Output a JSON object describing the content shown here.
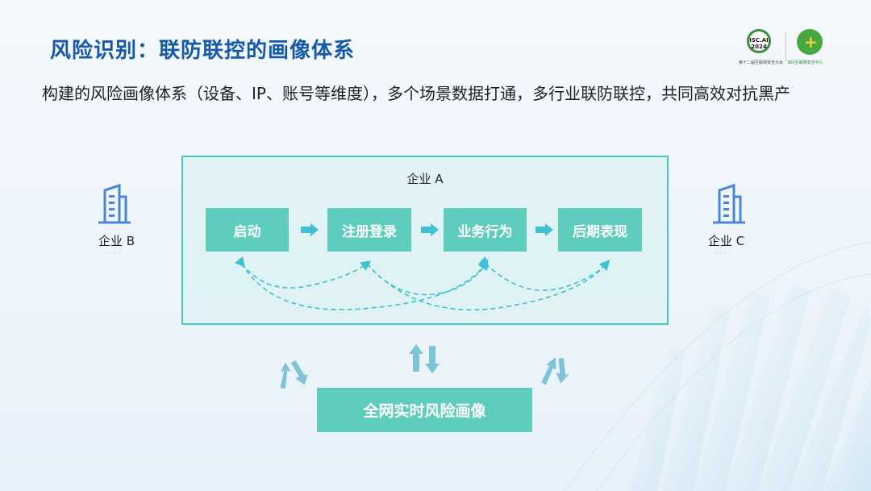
{
  "slide": {
    "title": "风险识别：联防联控的画像体系",
    "subtitle": "构建的风险画像体系（设备、IP、账号等维度），多个场景数据打通，多行业联防联控，共同高效对抗黑产"
  },
  "logos": {
    "isc_text": "ISC.AI 2024",
    "isc_caption": "第十二届互联网安全大会",
    "brand_caption": "360互联网安全中心"
  },
  "diagram": {
    "enterprise_a": "企业 A",
    "enterprise_b": "企业 B",
    "enterprise_c": "企业 C",
    "steps": [
      "启动",
      "注册登录",
      "业务行为",
      "后期表现"
    ],
    "global_profile": "全网实时风险画像",
    "dots": "····"
  },
  "colors": {
    "title": "#1559a8",
    "teal": "#5fcdbe",
    "border": "#47c9c0",
    "icon": "#4a86d6",
    "arrow": "#7fc3d6"
  }
}
